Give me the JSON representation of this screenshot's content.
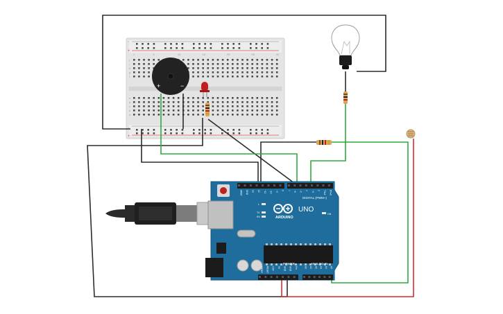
{
  "board": {
    "brand": "ARDUINO",
    "model": "UNO",
    "digital_label": "DIGITAL (PWM~)",
    "power_label": "POWER",
    "analog_label": "ANALOG IN",
    "on_label": "ON",
    "l_label": "L",
    "tx_label": "TX",
    "rx_label": "RX",
    "digital_pins": [
      "AREF",
      "GND",
      "13",
      "12",
      "~11",
      "~10",
      "~9",
      "8",
      "7",
      "~6",
      "~5",
      "4",
      "~3",
      "2",
      "TX▸1",
      "RX◂0"
    ],
    "power_pins": [
      "IOREF",
      "RESET",
      "3.3V",
      "5V",
      "GND",
      "GND",
      "Vin"
    ],
    "analog_pins": [
      "A0",
      "A1",
      "A2",
      "A3",
      "A4",
      "A5"
    ]
  },
  "breadboard": {
    "rail_plus": "+",
    "rail_minus": "-",
    "row_letters_top": [
      "j",
      "i",
      "h",
      "g",
      "f"
    ],
    "row_letters_bottom": [
      "e",
      "d",
      "c",
      "b",
      "a"
    ],
    "column_numbers": [
      "1",
      "5",
      "10",
      "15",
      "20",
      "25",
      "30"
    ]
  },
  "buzzer": {
    "plus": "+",
    "minus": "−"
  },
  "colors": {
    "wire_black": "#2b2b2b",
    "wire_green": "#2faa3c",
    "wire_red": "#d62b2b",
    "board_blue": "#1e6d9c",
    "breadboard": "#e6e6e6",
    "led_red": "#c0201f"
  }
}
